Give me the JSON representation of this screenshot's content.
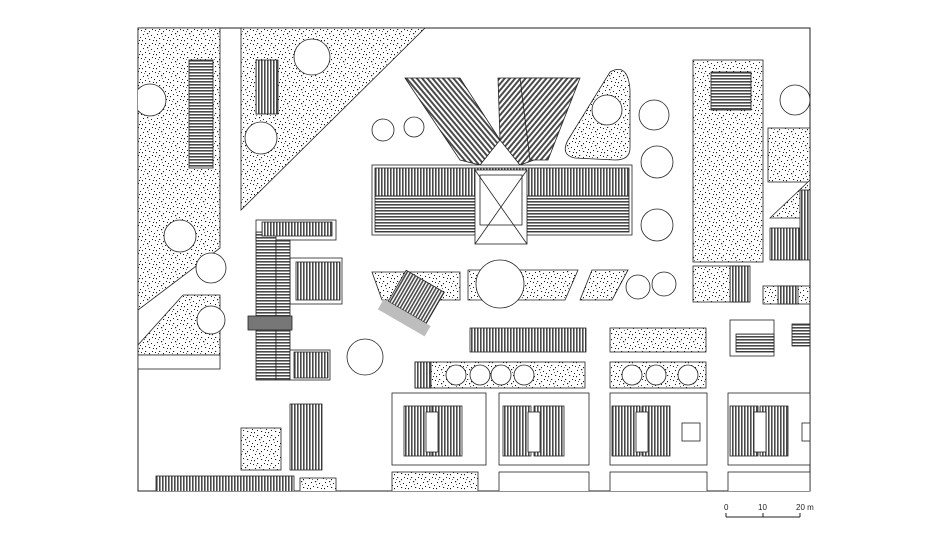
{
  "scale_bar": {
    "labels": [
      "0",
      "10",
      "20 m"
    ]
  },
  "colors": {
    "line": "#222222",
    "roof_fill": "#6a6a6a",
    "ground": "#ffffff",
    "gravel_dots": "#1a1a1a",
    "shadow": "#bdbdbd"
  }
}
